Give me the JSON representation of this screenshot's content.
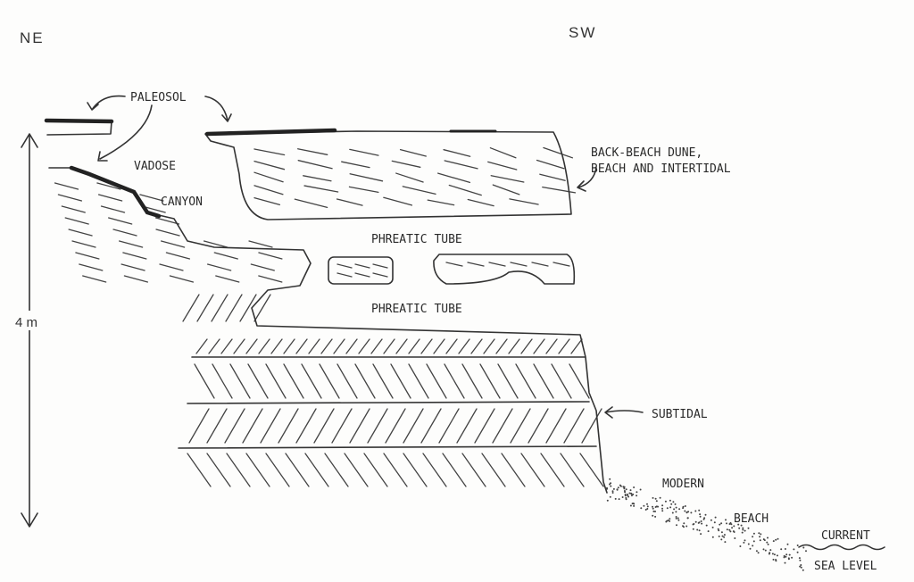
{
  "orientation": {
    "left": "NE",
    "right": "SW"
  },
  "scale": {
    "label": "4 m"
  },
  "labels": {
    "paleosol": "PALEOSOL",
    "vadose": "VADOSE",
    "canyon": "CANYON",
    "back_beach_1": "BACK-BEACH DUNE,",
    "back_beach_2": "BEACH AND INTERTIDAL",
    "phreatic_tube_upper": "PHREATIC TUBE",
    "phreatic_tube_lower": "PHREATIC TUBE",
    "subtidal": "SUBTIDAL",
    "modern": "MODERN",
    "beach": "BEACH",
    "current": "CURRENT",
    "sea_level": "SEA LEVEL"
  }
}
